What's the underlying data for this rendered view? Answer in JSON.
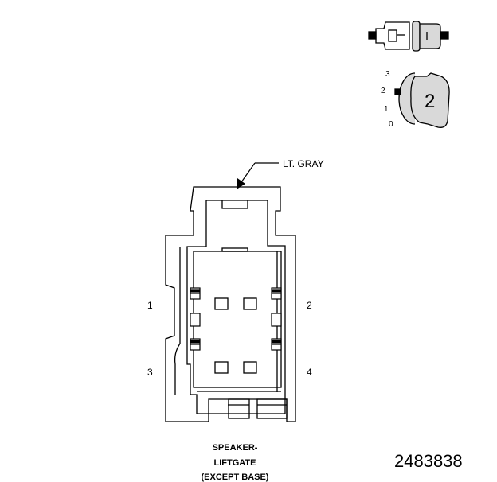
{
  "connector": {
    "color_callout": "LT. GRAY",
    "pins": {
      "p1": "1",
      "p2": "2",
      "p3": "3",
      "p4": "4"
    }
  },
  "key_icon": {
    "positions": [
      "3",
      "2",
      "1",
      "0"
    ],
    "selected_position": "2"
  },
  "caption": {
    "line1": "SPEAKER-",
    "line2": "LIFTGATE",
    "line3": "(EXCEPT BASE)"
  },
  "document_number": "2483838",
  "colors": {
    "line": "#000000",
    "fill_gray": "#d9d9d9",
    "background": "#ffffff"
  }
}
